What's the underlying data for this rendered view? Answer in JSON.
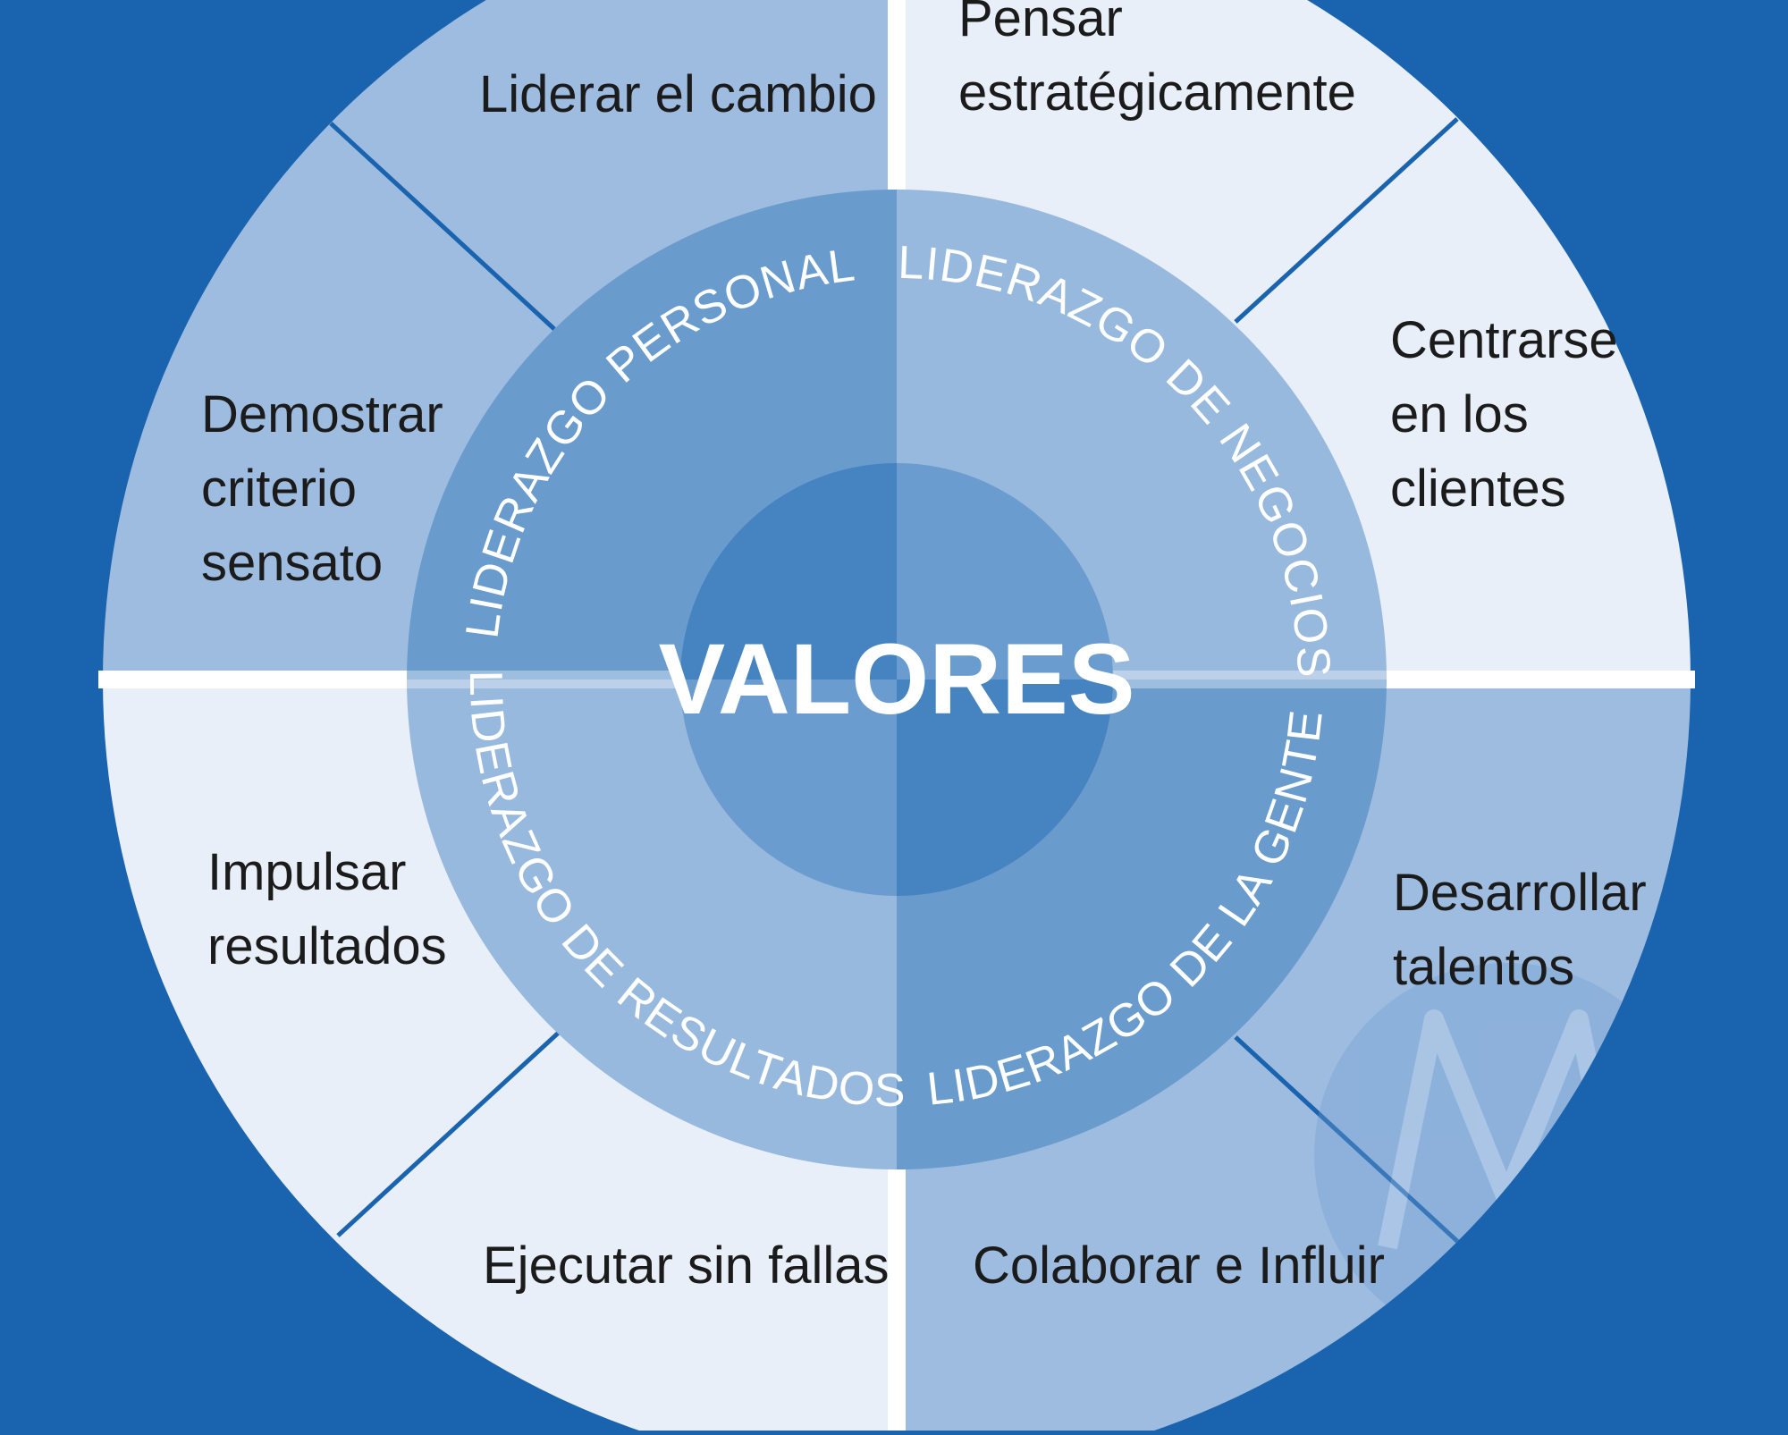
{
  "colors": {
    "background": "#1a63ae",
    "outer_light": "#e8eff8",
    "outer_mid": "#9dbce0",
    "ring_dark": "#699bcc",
    "ring_light": "#98b9de",
    "core_light": "#6b9ccf",
    "core_dark": "#4683c1",
    "divider": "#ffffff",
    "thin_line": "#1a63ae",
    "ring_text": "#ffffff",
    "skill_text": "#1b1b1b"
  },
  "center": {
    "label": "VALORES"
  },
  "quadrants": {
    "top_left": {
      "ring_label": "LIDERAZGO PERSONAL",
      "skill_a": [
        "Liderar el cambio"
      ],
      "skill_b": [
        "Demostrar",
        "criterio",
        "sensato"
      ]
    },
    "top_right": {
      "ring_label": "LIDERAZGO DE NEGOCIOS",
      "skill_a": [
        "Pensar",
        "estratégicamente"
      ],
      "skill_b": [
        "Centrarse",
        "en los",
        "clientes"
      ]
    },
    "bottom_left": {
      "ring_label": "LIDERAZGO DE RESULTADOS",
      "skill_a": [
        "Impulsar",
        "resultados"
      ],
      "skill_b": [
        "Ejecutar sin fallas"
      ]
    },
    "bottom_right": {
      "ring_label": "LIDERAZGO DE LA GENTE",
      "skill_a": [
        "Desarrollar",
        "talentos"
      ],
      "skill_b": [
        "Colaborar e Influir"
      ]
    }
  },
  "watermark": {
    "icon": "motorola-logo-icon"
  }
}
